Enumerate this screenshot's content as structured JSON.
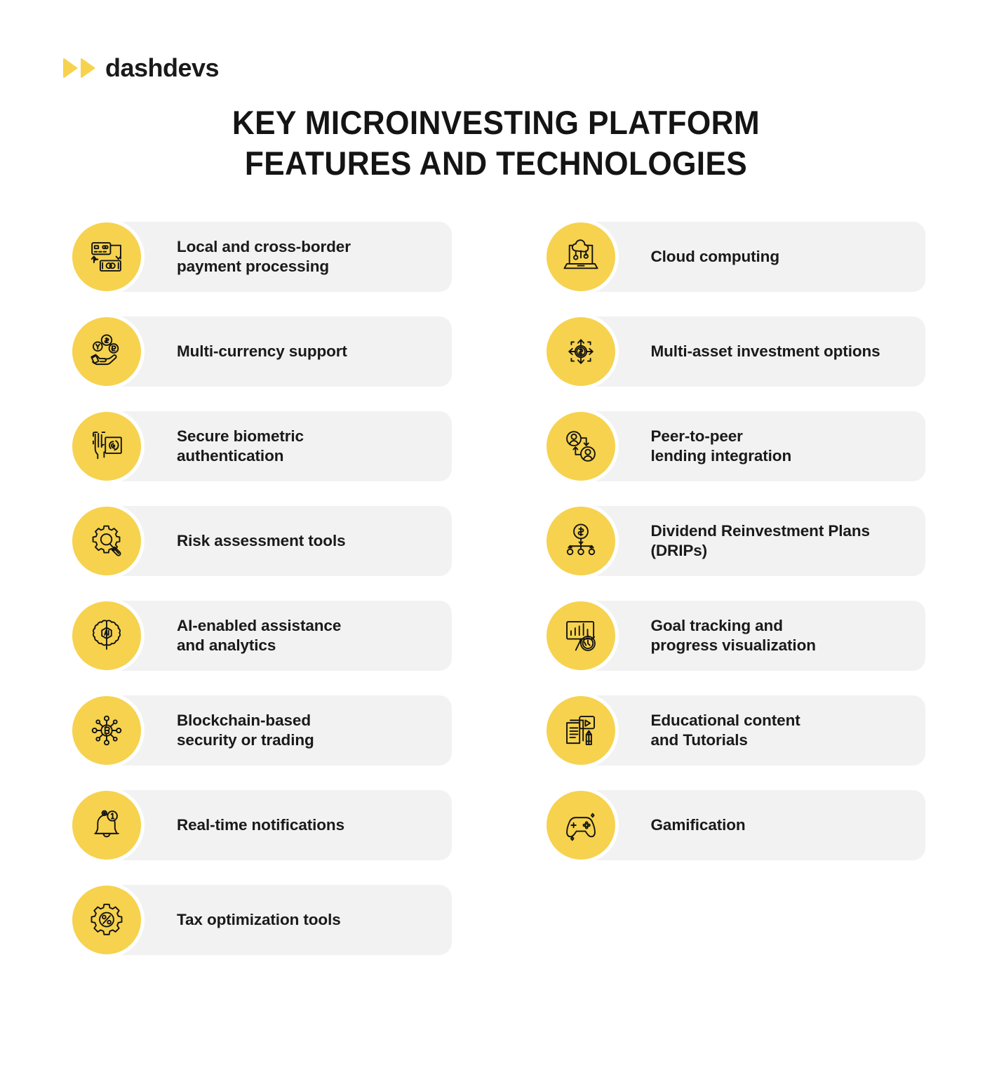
{
  "brand": {
    "logo_text": "dashdevs",
    "logo_icon": "double-play-triangle-icon",
    "accent_color": "#F6D24E",
    "pill_color": "#F2F2F2",
    "text_color": "#1A1A1A"
  },
  "title": {
    "line1": "KEY MICROINVESTING PLATFORM",
    "line2": "FEATURES AND TECHNOLOGIES"
  },
  "columns": {
    "left": [
      {
        "label": "Local and cross-border\npayment processing",
        "icon": "card-to-cash-transfer-icon"
      },
      {
        "label": "Multi-currency support",
        "icon": "hand-with-coins-icon"
      },
      {
        "label": "Secure biometric\nauthentication",
        "icon": "fingerprint-scan-icon"
      },
      {
        "label": "Risk assessment tools",
        "icon": "gear-magnifier-icon"
      },
      {
        "label": "AI-enabled assistance\nand analytics",
        "icon": "brain-ai-icon"
      },
      {
        "label": "Blockchain-based\nsecurity or trading",
        "icon": "bitcoin-network-icon"
      },
      {
        "label": "Real-time notifications",
        "icon": "bell-badge-icon"
      },
      {
        "label": "Tax optimization tools",
        "icon": "gear-percent-icon"
      }
    ],
    "right": [
      {
        "label": "Cloud computing",
        "icon": "laptop-cloud-icon"
      },
      {
        "label": "Multi-asset investment options",
        "icon": "dollar-four-arrows-icon"
      },
      {
        "label": "Peer-to-peer\nlending integration",
        "icon": "two-users-exchange-icon"
      },
      {
        "label": "Dividend Reinvestment Plans\n(DRIPs)",
        "icon": "dollar-branching-tree-icon"
      },
      {
        "label": "Goal tracking and\nprogress visualization",
        "icon": "bar-chart-stopwatch-icon"
      },
      {
        "label": "Educational content\nand Tutorials",
        "icon": "document-video-pencil-icon"
      },
      {
        "label": "Gamification",
        "icon": "game-controller-icon"
      }
    ]
  }
}
